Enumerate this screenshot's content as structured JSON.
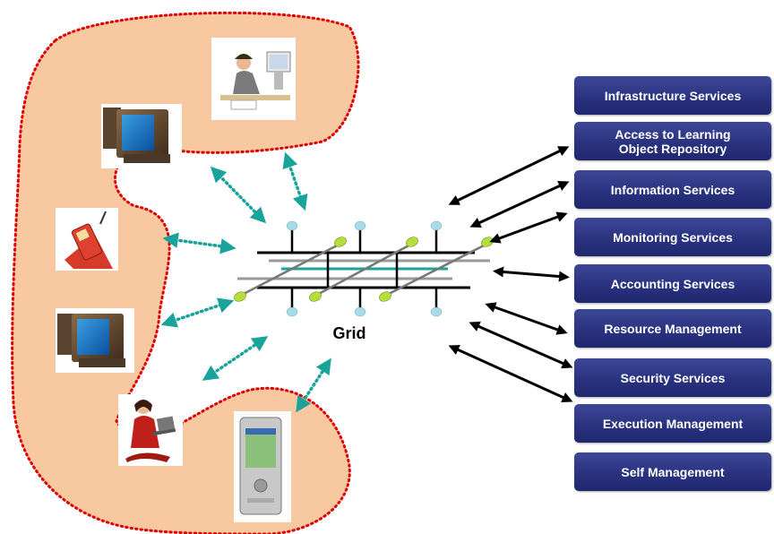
{
  "grid": {
    "label": "Grid"
  },
  "services": [
    {
      "label": "Infrastructure Services"
    },
    {
      "label_line1": "Access to Learning",
      "label_line2": "Object Repository"
    },
    {
      "label": "Information Services"
    },
    {
      "label": "Monitoring Services"
    },
    {
      "label": "Accounting Services"
    },
    {
      "label": "Resource Management"
    },
    {
      "label": "Security Services"
    },
    {
      "label": "Execution Management"
    },
    {
      "label": "Self Management"
    }
  ],
  "devices": [
    {
      "icon": "office-worker-computer-icon"
    },
    {
      "icon": "desktop-computer-icon"
    },
    {
      "icon": "mobile-phone-icon"
    },
    {
      "icon": "desktop-computer-icon"
    },
    {
      "icon": "woman-with-laptop-icon"
    },
    {
      "icon": "pda-handheld-icon"
    }
  ],
  "colors": {
    "region_fill": "#f8c8a0",
    "region_border": "#e00000",
    "device_arrow": "#1aa39a",
    "service_box": "#2a3380",
    "service_text": "#ffffff",
    "grid_node": "#a8dbe8",
    "grid_node_green": "#b5dd3c"
  }
}
